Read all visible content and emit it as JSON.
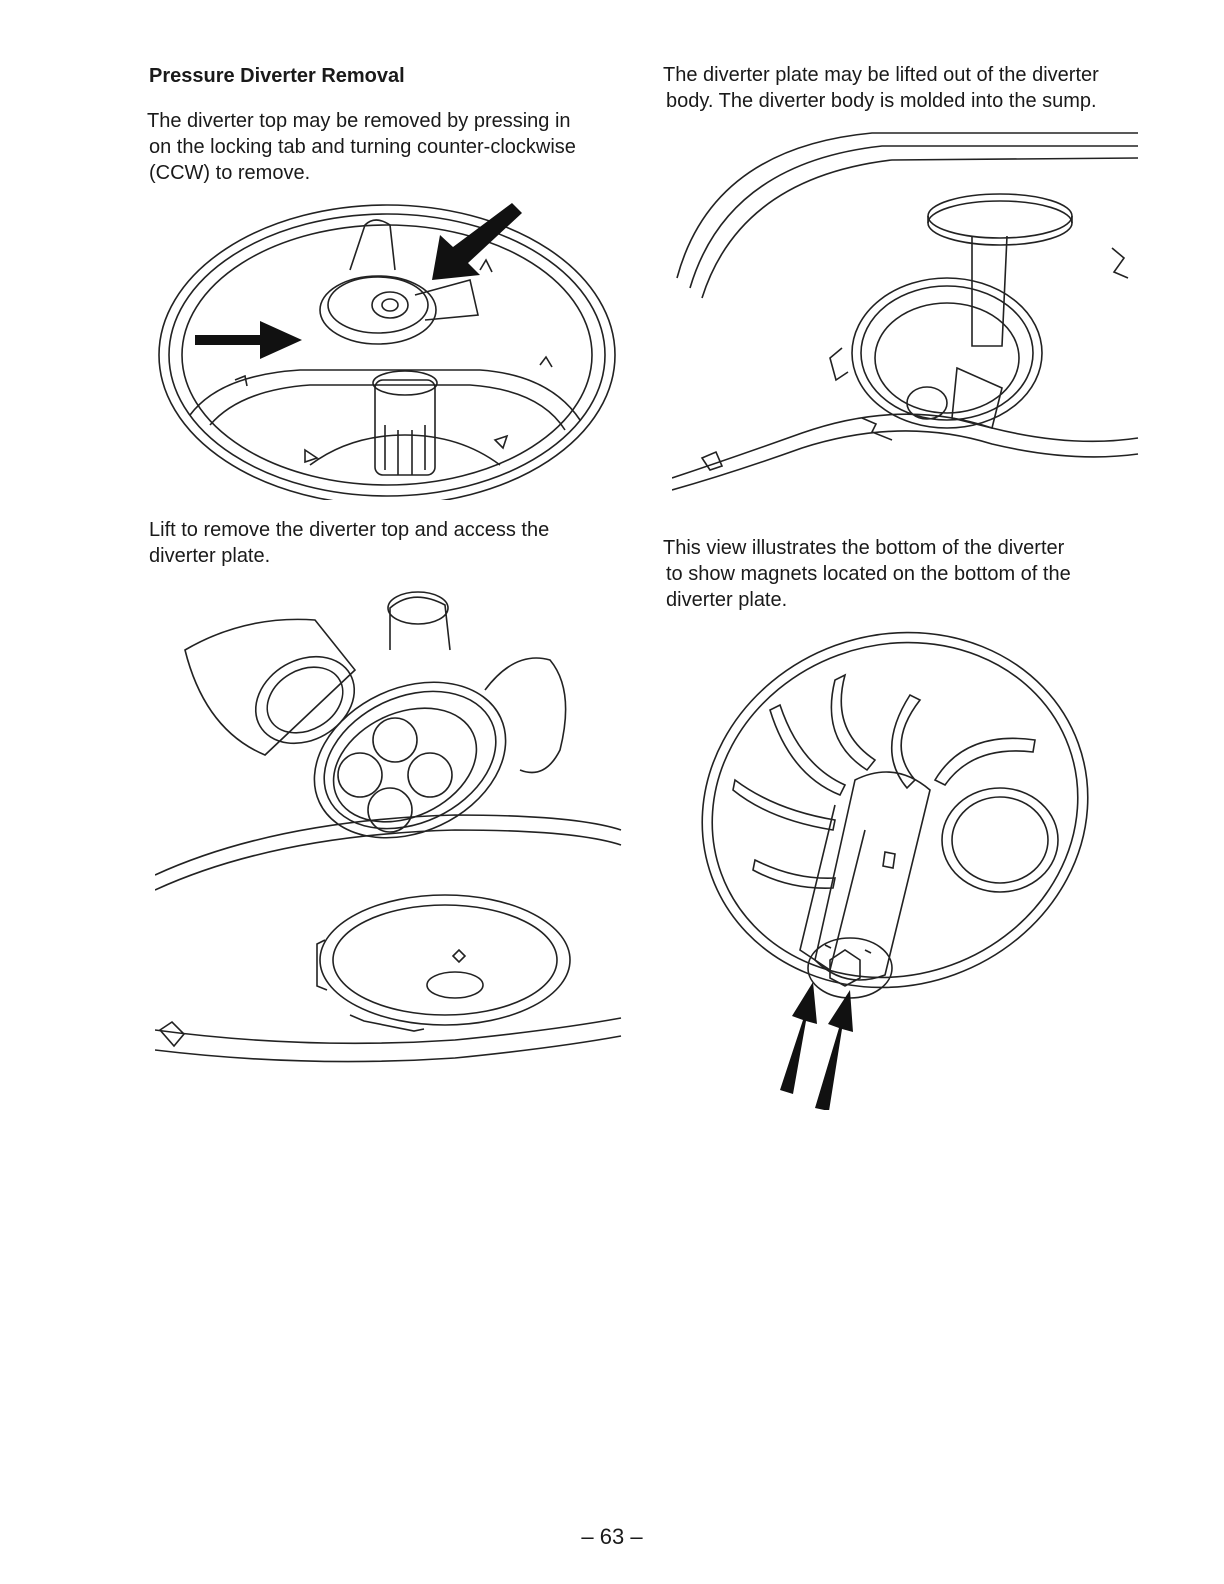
{
  "left_column": {
    "heading": "Pressure Diverter Removal",
    "para1": [
      "The diverter top may be removed by pressing in",
      "on the locking tab and turning counter-clockwise",
      "(CCW) to remove."
    ],
    "para2": [
      "Lift to remove the diverter top and access the",
      "diverter plate."
    ]
  },
  "right_column": {
    "para1": [
      "The diverter plate may be lifted out of the diverter",
      "body.  The diverter body is molded into the sump."
    ],
    "para2": [
      "This view illustrates the bottom of the diverter",
      "to show magnets located on the bottom of the",
      "diverter plate."
    ]
  },
  "page_number": "– 63 –"
}
